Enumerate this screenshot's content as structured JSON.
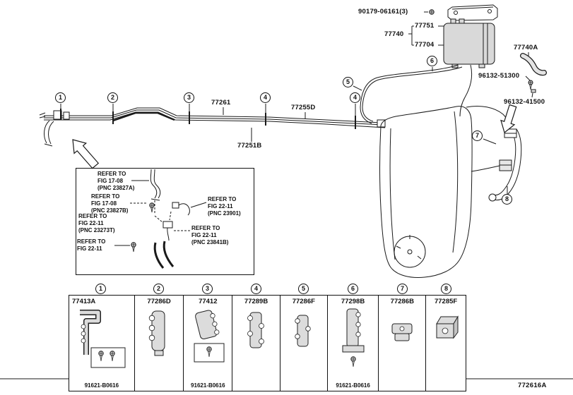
{
  "figure": {
    "footer_code": "772616A"
  },
  "canister_assembly": {
    "bolt_label": "90179-06161(3)",
    "plate_label": "77751",
    "assy_label": "77740",
    "canister_label": "77704",
    "hose_label": "77740A",
    "grommet_label": "96132-51300",
    "clip_label": "96132-41500"
  },
  "tube_labels": {
    "tube1": "77261",
    "tube2": "77255D",
    "tube3": "77251B"
  },
  "refer_notes": [
    {
      "l1": "REFER TO",
      "l2": "FIG 17-08",
      "l3": "(PNC 23827A)"
    },
    {
      "l1": "REFER TO",
      "l2": "FIG 17-08",
      "l3": "(PNC 23827B)"
    },
    {
      "l1": "REFER TO",
      "l2": "FIG 22-11",
      "l3": "(PNC 23273T)"
    },
    {
      "l1": "REFER TO",
      "l2": "FIG 22-11"
    },
    {
      "l1": "REFER TO",
      "l2": "FIG 22-11",
      "l3": "(PNC 23901)"
    },
    {
      "l1": "REFER TO",
      "l2": "FIG 22-11",
      "l3": "(PNC 23841B)"
    }
  ],
  "callouts": [
    {
      "num": "1"
    },
    {
      "num": "2"
    },
    {
      "num": "3"
    },
    {
      "num": "4"
    },
    {
      "num": "4"
    },
    {
      "num": "5"
    },
    {
      "num": "6"
    },
    {
      "num": "7"
    },
    {
      "num": "8"
    }
  ],
  "parts_table": {
    "columns": [
      {
        "num": "1",
        "part": "77413A",
        "hardware": "91621-B0616"
      },
      {
        "num": "2",
        "part": "77286D"
      },
      {
        "num": "3",
        "part": "77412",
        "hardware": "91621-B0616"
      },
      {
        "num": "4",
        "part": "77289B"
      },
      {
        "num": "5",
        "part": "77286F"
      },
      {
        "num": "6",
        "part": "77298B",
        "hardware": "91621-B0616"
      },
      {
        "num": "7",
        "part": "77286B"
      },
      {
        "num": "8",
        "part": "77285F"
      }
    ]
  }
}
